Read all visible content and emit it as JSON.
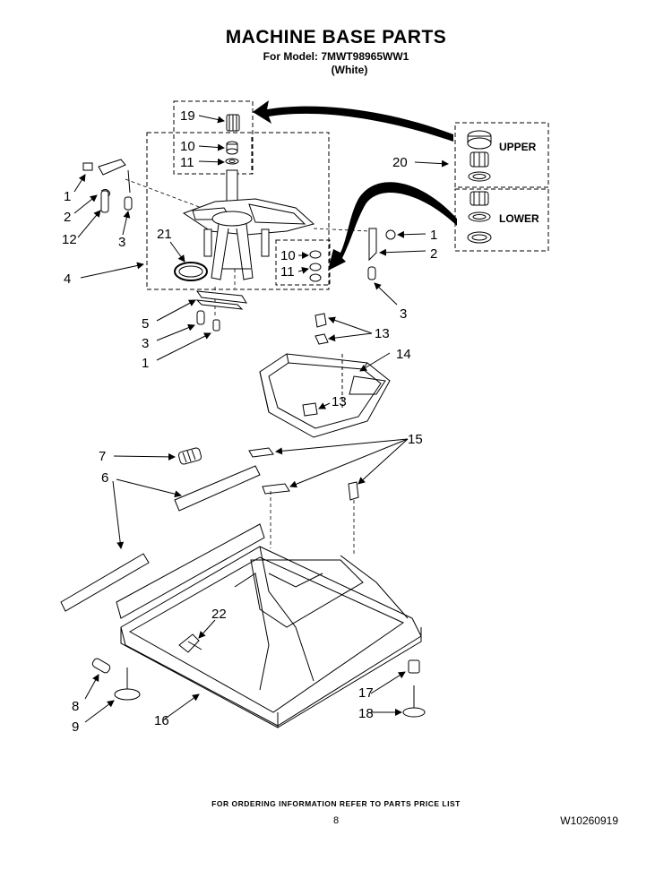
{
  "header": {
    "title": "MACHINE BASE PARTS",
    "model_line": "For Model: 7MWT98965WW1",
    "color_line": "(White)"
  },
  "box_labels": {
    "upper": "UPPER",
    "lower": "LOWER"
  },
  "callouts": {
    "c19": "19",
    "c10a": "10",
    "c11a": "11",
    "c1a": "1",
    "c2a": "2",
    "c12": "12",
    "c3a": "3",
    "c21": "21",
    "c4": "4",
    "c20": "20",
    "c1b": "1",
    "c2b": "2",
    "c10b": "10",
    "c11b": "11",
    "c3b": "3",
    "c5": "5",
    "c3c": "3",
    "c1c": "1",
    "c13a": "13",
    "c14": "14",
    "c13b": "13",
    "c7": "7",
    "c6": "6",
    "c15": "15",
    "c22": "22",
    "c8": "8",
    "c9": "9",
    "c16": "16",
    "c17": "17",
    "c18": "18"
  },
  "footer": {
    "ordering": "FOR ORDERING INFORMATION REFER TO PARTS PRICE LIST",
    "page_number": "8",
    "doc_number": "W10260919"
  }
}
